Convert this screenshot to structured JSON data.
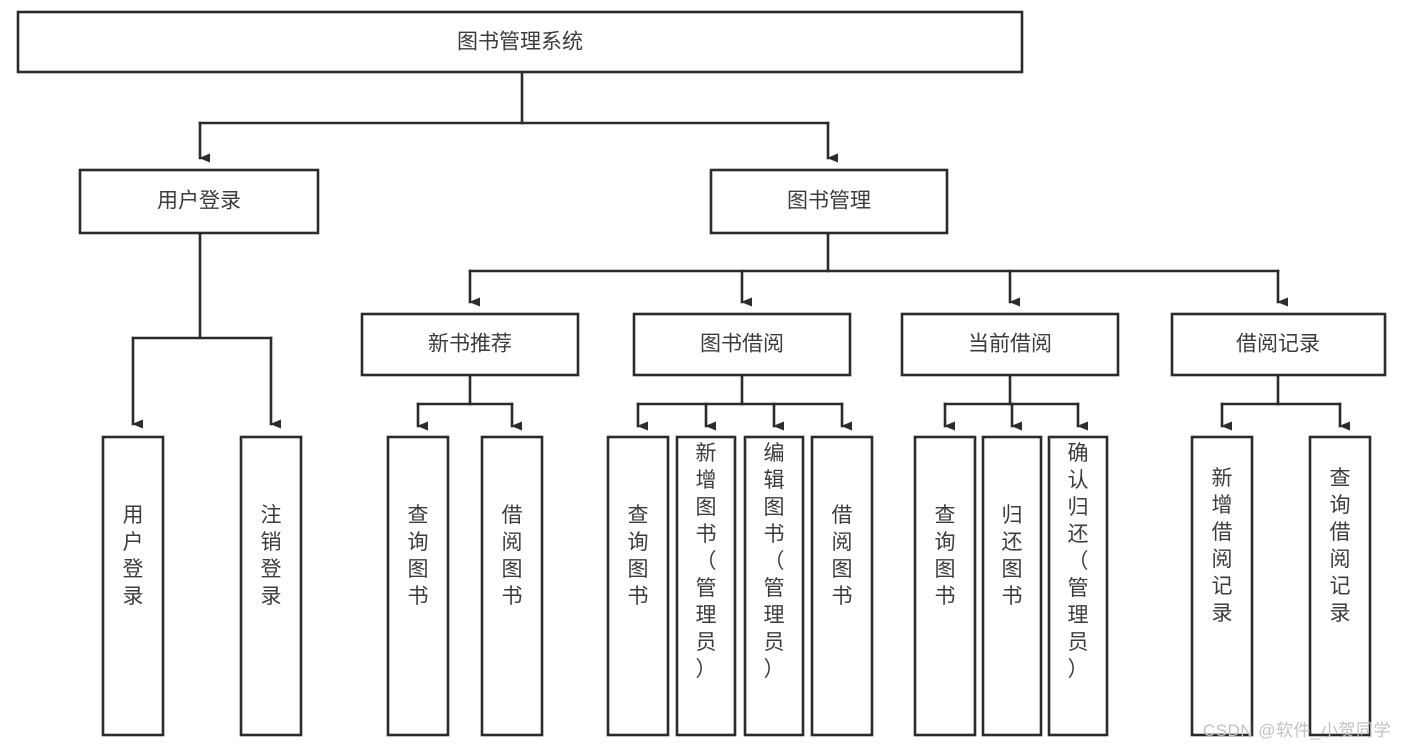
{
  "diagram": {
    "title": "图书管理系统",
    "type": "tree-hierarchy-functional-decomposition",
    "watermark": "CSDN @软件_小贺同学",
    "colors": {
      "background": "#ffffff",
      "box_stroke": "#2b2b2b",
      "box_fill": "#ffffff",
      "text": "#3c3c3c",
      "watermark": "#c2c2c2"
    },
    "root": {
      "id": "root",
      "label": "图书管理系统",
      "orientation": "horizontal"
    },
    "level1": [
      {
        "id": "user-login",
        "label": "用户登录",
        "orientation": "horizontal"
      },
      {
        "id": "book-management",
        "label": "图书管理",
        "orientation": "horizontal"
      }
    ],
    "level2": [
      {
        "id": "new-book-recommend",
        "label": "新书推荐",
        "parent": "book-management",
        "orientation": "horizontal"
      },
      {
        "id": "book-borrow",
        "label": "图书借阅",
        "parent": "book-management",
        "orientation": "horizontal"
      },
      {
        "id": "current-borrow",
        "label": "当前借阅",
        "parent": "book-management",
        "orientation": "horizontal"
      },
      {
        "id": "borrow-record",
        "label": "借阅记录",
        "parent": "book-management",
        "orientation": "horizontal"
      }
    ],
    "leaves": [
      {
        "id": "leaf-user-login",
        "label": "用户登录",
        "parent": "user-login",
        "orientation": "vertical"
      },
      {
        "id": "leaf-logout-login",
        "label": "注销登录",
        "parent": "user-login",
        "orientation": "vertical"
      },
      {
        "id": "leaf-query-book-rec",
        "label": "查询图书",
        "parent": "new-book-recommend",
        "orientation": "vertical"
      },
      {
        "id": "leaf-borrow-book-rec",
        "label": "借阅图书",
        "parent": "new-book-recommend",
        "orientation": "vertical"
      },
      {
        "id": "leaf-query-book-borrow",
        "label": "查询图书",
        "parent": "book-borrow",
        "orientation": "vertical"
      },
      {
        "id": "leaf-add-book",
        "label": "新增图书（管理员）",
        "parent": "book-borrow",
        "orientation": "vertical"
      },
      {
        "id": "leaf-edit-book",
        "label": "编辑图书（管理员）",
        "parent": "book-borrow",
        "orientation": "vertical"
      },
      {
        "id": "leaf-borrow-book",
        "label": "借阅图书",
        "parent": "book-borrow",
        "orientation": "vertical"
      },
      {
        "id": "leaf-query-book-cur",
        "label": "查询图书",
        "parent": "current-borrow",
        "orientation": "vertical"
      },
      {
        "id": "leaf-return-book",
        "label": "归还图书",
        "parent": "current-borrow",
        "orientation": "vertical"
      },
      {
        "id": "leaf-confirm-return",
        "label": "确认归还（管理员）",
        "parent": "current-borrow",
        "orientation": "vertical"
      },
      {
        "id": "leaf-add-record",
        "label": "新增借阅记录",
        "parent": "borrow-record",
        "orientation": "vertical"
      },
      {
        "id": "leaf-query-record",
        "label": "查询借阅记录",
        "parent": "borrow-record",
        "orientation": "vertical"
      }
    ]
  }
}
